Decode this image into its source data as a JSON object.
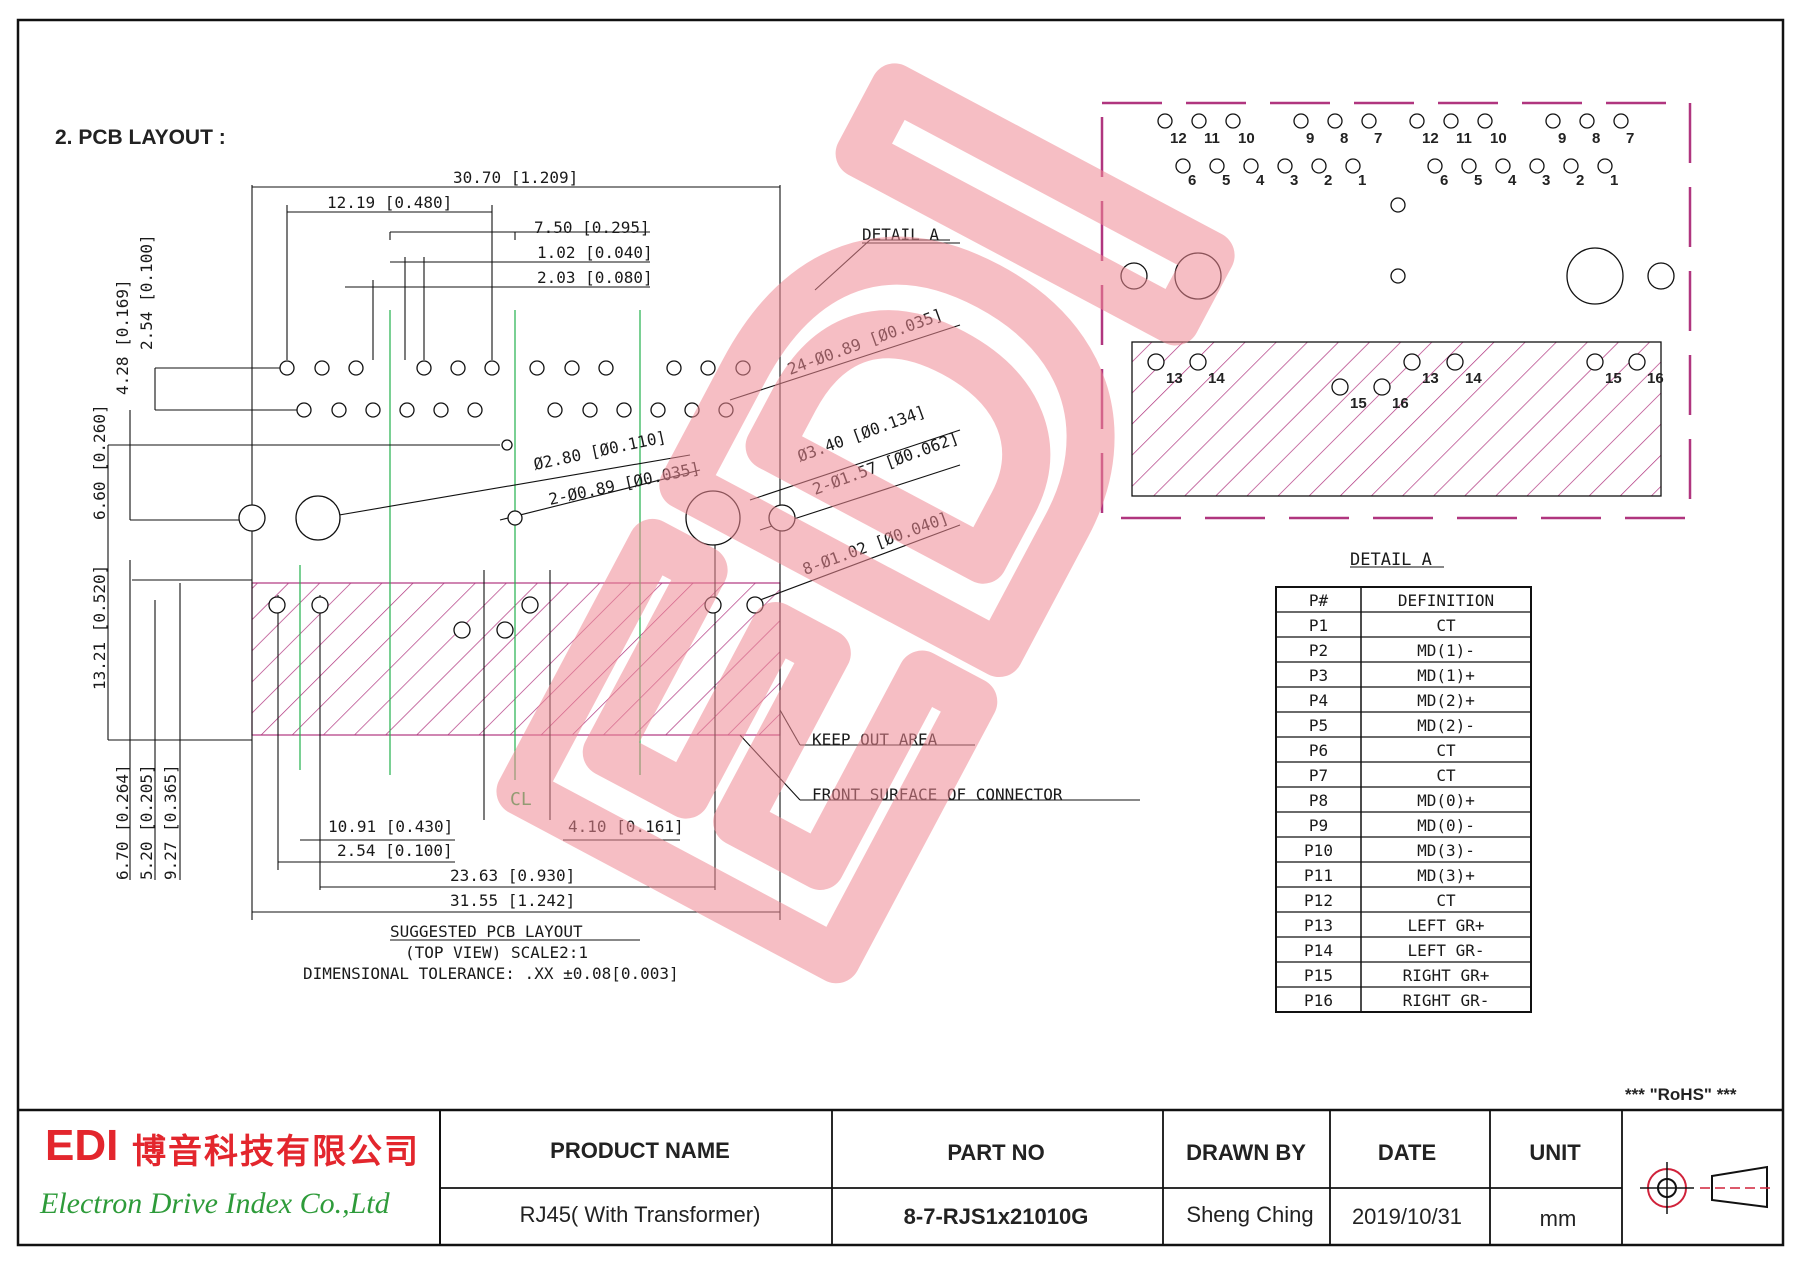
{
  "section_title": "2. PCB LAYOUT :",
  "colors": {
    "keepout": "#b0357f",
    "watermark": "#f08a94",
    "centerline": "#22b14c",
    "logo_red": "#e3262d",
    "logo_green": "#2e9b3a"
  },
  "labels": {
    "detail_a_pointer": "DETAIL  A",
    "keep_out_area": "KEEP OUT AREA",
    "front_surface": "FRONT SURFACE OF CONNECTOR",
    "suggested": "SUGGESTED PCB LAYOUT",
    "top_view": "(TOP VIEW) SCALE2:1",
    "tolerance": "DIMENSIONAL TOLERANCE: .XX ±0.08[0.003]",
    "cl": "CL",
    "detail_a_title": "DETAIL  A",
    "rohs": "*** \"RoHS\" ***",
    "watermark": "EDI"
  },
  "dims": {
    "d3070": "30.70 [1.209]",
    "d1219": "12.19 [0.480]",
    "d750": "7.50 [0.295]",
    "d102": "1.02 [0.040]",
    "d203": "2.03 [0.080]",
    "d24089": "24-Ø0.89 [Ø0.035]",
    "d280": "Ø2.80 [Ø0.110]",
    "d2089": "2-Ø0.89 [Ø0.035]",
    "d340": "Ø3.40 [Ø0.134]",
    "d2157": "2-Ø1.57 [Ø0.062]",
    "d8102": "8-Ø1.02 [Ø0.040]",
    "d1091": "10.91 [0.430]",
    "d254b": "2.54 [0.100]",
    "d410": "4.10 [0.161]",
    "d2363": "23.63 [0.930]",
    "d3155": "31.55 [1.242]",
    "v428": "4.28 [0.169]",
    "v254": "2.54 [0.100]",
    "v660": "6.60 [0.260]",
    "v1321": "13.21 [0.520]",
    "v670": "6.70 [0.264]",
    "v520": "5.20 [0.205]",
    "v927": "9.27 [0.365]"
  },
  "detail_pins": {
    "row1_left": [
      "12",
      "11",
      "10",
      "9",
      "8",
      "7"
    ],
    "row2_left": [
      "6",
      "5",
      "4",
      "3",
      "2",
      "1"
    ],
    "row1_right": [
      "12",
      "11",
      "10",
      "9",
      "8",
      "7"
    ],
    "row2_right": [
      "6",
      "5",
      "4",
      "3",
      "2",
      "1"
    ],
    "led": [
      "13",
      "14",
      "15",
      "16",
      "13",
      "14",
      "15",
      "16"
    ]
  },
  "pin_table": {
    "headers": [
      "P#",
      "DEFINITION"
    ],
    "rows": [
      [
        "P1",
        "CT"
      ],
      [
        "P2",
        "MD(1)-"
      ],
      [
        "P3",
        "MD(1)+"
      ],
      [
        "P4",
        "MD(2)+"
      ],
      [
        "P5",
        "MD(2)-"
      ],
      [
        "P6",
        "CT"
      ],
      [
        "P7",
        "CT"
      ],
      [
        "P8",
        "MD(0)+"
      ],
      [
        "P9",
        "MD(0)-"
      ],
      [
        "P10",
        "MD(3)-"
      ],
      [
        "P11",
        "MD(3)+"
      ],
      [
        "P12",
        "CT"
      ],
      [
        "P13",
        "LEFT GR+"
      ],
      [
        "P14",
        "LEFT GR-"
      ],
      [
        "P15",
        "RIGHT GR+"
      ],
      [
        "P16",
        "RIGHT GR-"
      ]
    ]
  },
  "title_block": {
    "logo_letters": "EDI",
    "logo_cn": "博音科技有限公司",
    "company": "Electron Drive Index Co.,Ltd",
    "headers": [
      "PRODUCT NAME",
      "PART  NO",
      "DRAWN BY",
      "DATE",
      "UNIT"
    ],
    "values": [
      "RJ45( With Transformer)",
      "8-7-RJS1x21010G",
      "Sheng Ching",
      "2019/10/31",
      "mm"
    ]
  }
}
